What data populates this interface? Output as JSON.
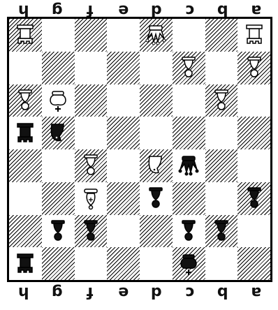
{
  "board": {
    "orientation": "flipped (viewed from black side)",
    "files_top": [
      "h",
      "g",
      "f",
      "e",
      "d",
      "c",
      "b",
      "a"
    ],
    "files_bottom": [
      "h",
      "g",
      "f",
      "e",
      "d",
      "c",
      "b",
      "a"
    ],
    "pieces": [
      {
        "square": "h8",
        "color": "white",
        "type": "rook"
      },
      {
        "square": "d8",
        "color": "white",
        "type": "queen"
      },
      {
        "square": "a8",
        "color": "white",
        "type": "rook"
      },
      {
        "square": "c7",
        "color": "white",
        "type": "pawn"
      },
      {
        "square": "a7",
        "color": "white",
        "type": "pawn"
      },
      {
        "square": "h6",
        "color": "white",
        "type": "pawn"
      },
      {
        "square": "g6",
        "color": "white",
        "type": "king"
      },
      {
        "square": "b6",
        "color": "white",
        "type": "pawn"
      },
      {
        "square": "h5",
        "color": "black",
        "type": "rook"
      },
      {
        "square": "g5",
        "color": "black",
        "type": "knight"
      },
      {
        "square": "f4",
        "color": "white",
        "type": "pawn"
      },
      {
        "square": "d4",
        "color": "white",
        "type": "knight"
      },
      {
        "square": "c4",
        "color": "black",
        "type": "queen"
      },
      {
        "square": "f3",
        "color": "white",
        "type": "bishop"
      },
      {
        "square": "d3",
        "color": "black",
        "type": "pawn"
      },
      {
        "square": "a3",
        "color": "black",
        "type": "pawn"
      },
      {
        "square": "g2",
        "color": "black",
        "type": "pawn"
      },
      {
        "square": "f2",
        "color": "black",
        "type": "pawn"
      },
      {
        "square": "c2",
        "color": "black",
        "type": "pawn"
      },
      {
        "square": "b2",
        "color": "black",
        "type": "pawn"
      },
      {
        "square": "h1",
        "color": "black",
        "type": "rook"
      },
      {
        "square": "c1",
        "color": "black",
        "type": "king"
      }
    ]
  }
}
